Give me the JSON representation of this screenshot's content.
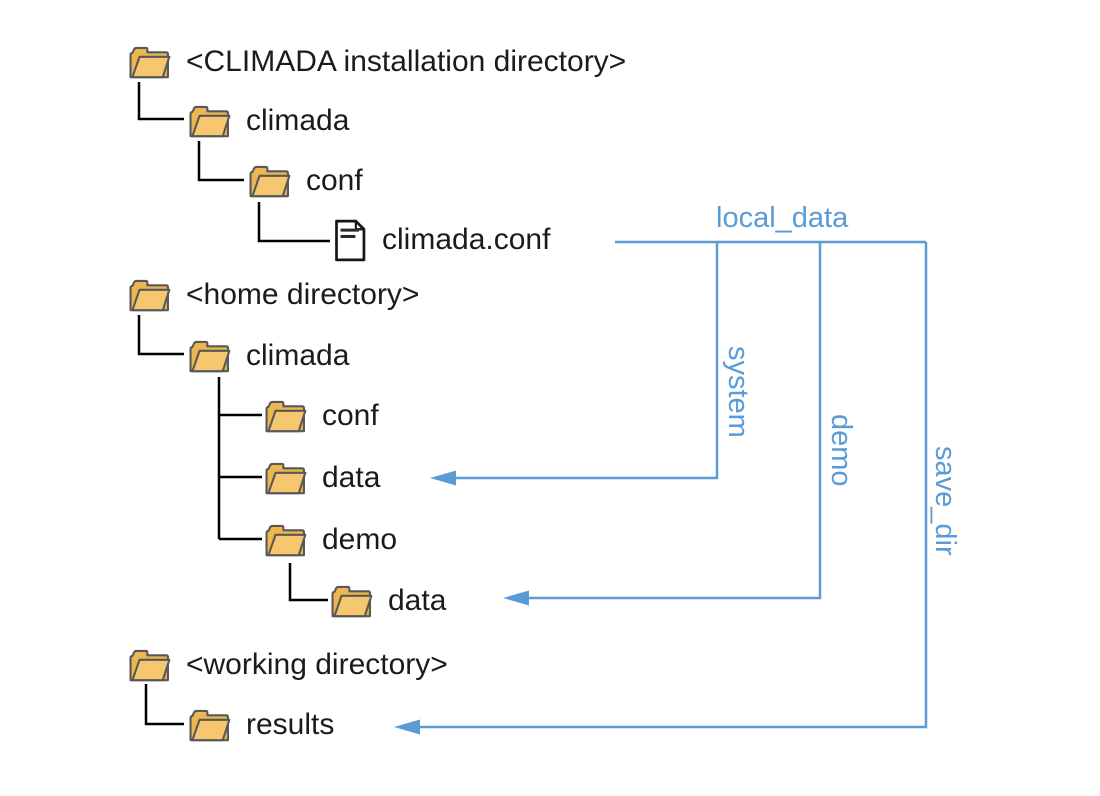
{
  "diagram": {
    "title_hint": "CLIMADA configuration directories",
    "tree": {
      "rows": [
        {
          "label": "<CLIMADA installation directory>",
          "icon": "folder"
        },
        {
          "label": "climada",
          "icon": "folder"
        },
        {
          "label": "conf",
          "icon": "folder"
        },
        {
          "label": "climada.conf",
          "icon": "file"
        },
        {
          "label": "<home directory>",
          "icon": "folder"
        },
        {
          "label": "climada",
          "icon": "folder"
        },
        {
          "label": "conf",
          "icon": "folder"
        },
        {
          "label": "data",
          "icon": "folder"
        },
        {
          "label": "demo",
          "icon": "folder"
        },
        {
          "label": "data",
          "icon": "folder"
        },
        {
          "label": "<working directory>",
          "icon": "folder"
        },
        {
          "label": "results",
          "icon": "folder"
        }
      ]
    },
    "annotations": {
      "local_data": "local_data",
      "system": "system",
      "demo": "demo",
      "save_dir": "save_dir"
    },
    "colors": {
      "accent_blue": "#5B9BD5",
      "tree_line": "#000000",
      "text": "#1b1b1b",
      "folder_fill": "#F6C76F",
      "folder_fill_dark": "#ECB74F",
      "folder_outline": "#58585a",
      "file_outline": "#161616"
    }
  }
}
